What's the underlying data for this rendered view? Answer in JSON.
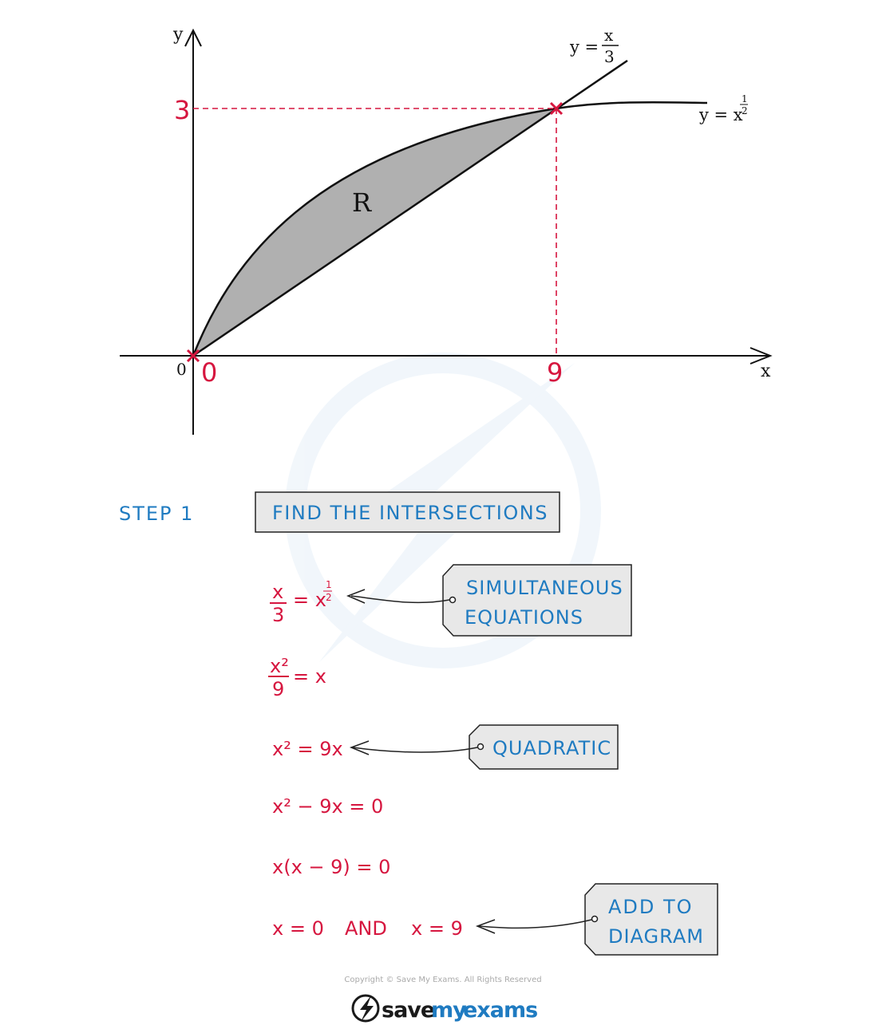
{
  "graph": {
    "axis_y_label": "y",
    "axis_x_label": "x",
    "origin_label": "0",
    "y_mark_label": "3",
    "x_mark_origin_label": "0",
    "x_mark_label": "9",
    "line_label_prefix": "y = ",
    "line_label_num": "x",
    "line_label_den": "3",
    "curve_label_prefix": "y = x",
    "curve_label_exp_num": "1",
    "curve_label_exp_den": "2",
    "region_label": "R"
  },
  "step": {
    "label": "STEP 1",
    "title": "FIND THE INTERSECTIONS"
  },
  "working": {
    "line1": {
      "num": "x",
      "den": "3",
      "rhs": "= x",
      "exp_num": "1",
      "exp_den": "2"
    },
    "line2": {
      "num": "x²",
      "den": "9",
      "rhs": "= x"
    },
    "line3": "x² = 9x",
    "line4": "x² − 9x = 0",
    "line5": "x(x − 9) = 0",
    "line6a": "x = 0",
    "line6b": "AND",
    "line6c": "x = 9"
  },
  "tags": {
    "simultaneous_1": "SIMULTANEOUS",
    "simultaneous_2": "EQUATIONS",
    "quadratic": "QUADRATIC",
    "add_1": "ADD TO",
    "add_2": "DIAGRAM"
  },
  "footer": {
    "copyright": "Copyright © Save My Exams. All Rights Reserved",
    "logo_save": "save",
    "logo_my": "my",
    "logo_exams": "exams"
  },
  "colors": {
    "red": "#d6163f",
    "blue": "#1f7bc1",
    "shade": "#b0b0b0",
    "tag_fill": "#e8e8e8"
  }
}
